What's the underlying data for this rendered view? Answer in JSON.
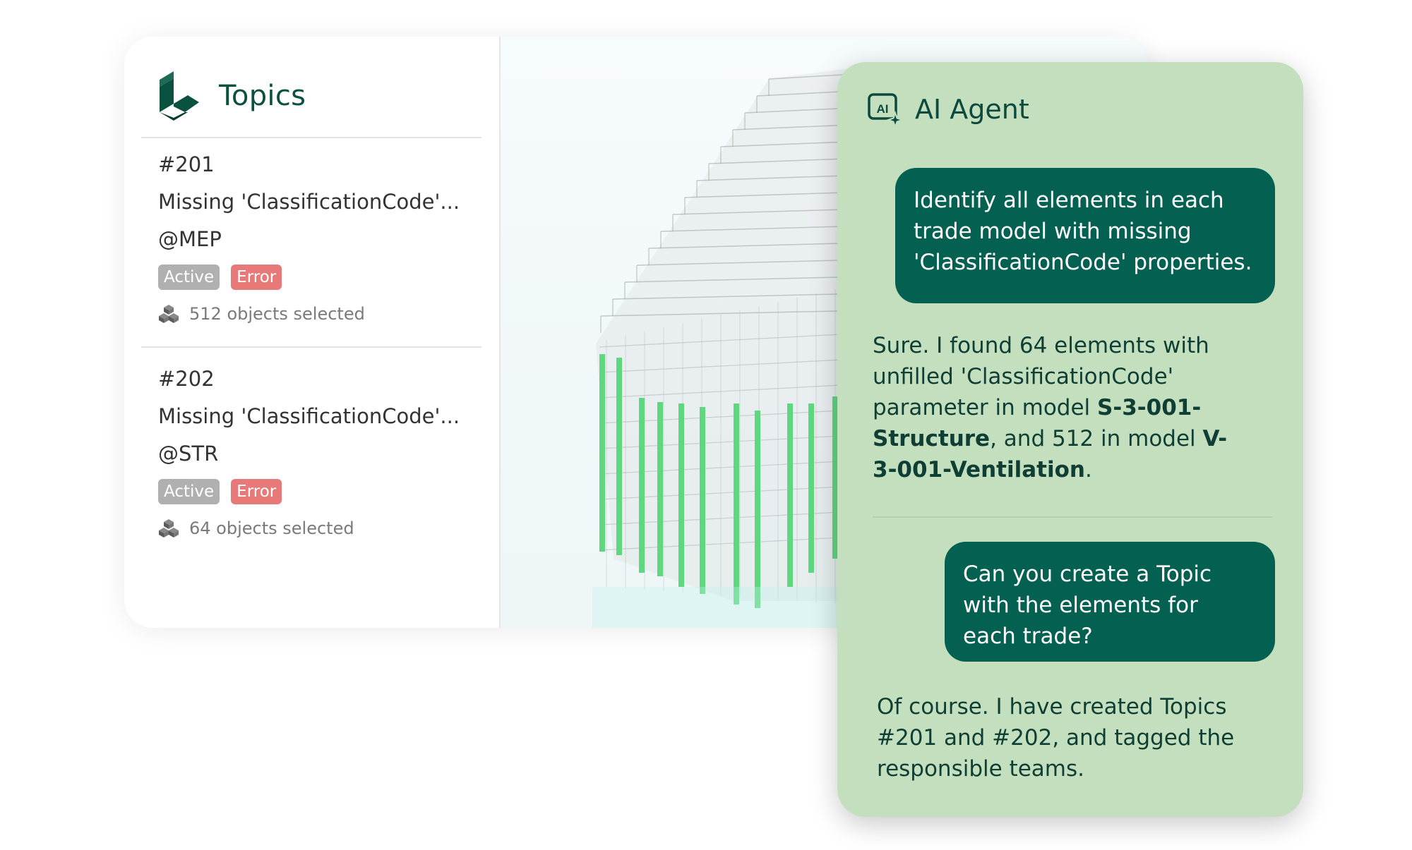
{
  "topics": {
    "title": "Topics",
    "items": [
      {
        "number": "#201",
        "subject": "Missing 'ClassificationCode'...",
        "trade": "@MEP",
        "status": "Active",
        "severity": "Error",
        "objects": "512 objects selected"
      },
      {
        "number": "#202",
        "subject": "Missing 'ClassificationCode'...",
        "trade": "@STR",
        "status": "Active",
        "severity": "Error",
        "objects": "64 objects selected"
      }
    ]
  },
  "agent": {
    "title": "AI Agent",
    "icon_label": "AI",
    "messages": [
      {
        "role": "user",
        "text": "Identify all elements in each trade model with missing 'ClassificationCode' properties."
      },
      {
        "role": "agent",
        "part1": "Sure. I found 64 elements with unfilled 'ClassificationCode' parameter in model ",
        "model1": "S-3-001-Structure",
        "part2": ", and 512 in model ",
        "model2": "V-3-001-Ventilation",
        "part3": "."
      },
      {
        "role": "user",
        "text": "Can you create a Topic with the elements for each trade?"
      },
      {
        "role": "agent",
        "text": "Of course. I have created Topics #201 and #202, and tagged the responsible teams."
      }
    ]
  },
  "colors": {
    "brand": "#0b5140",
    "bubble": "#046151",
    "agent_bg": "#c3dfbe",
    "error": "#e77a78",
    "active": "#b0b0b0",
    "highlight": "#5fd77f"
  }
}
